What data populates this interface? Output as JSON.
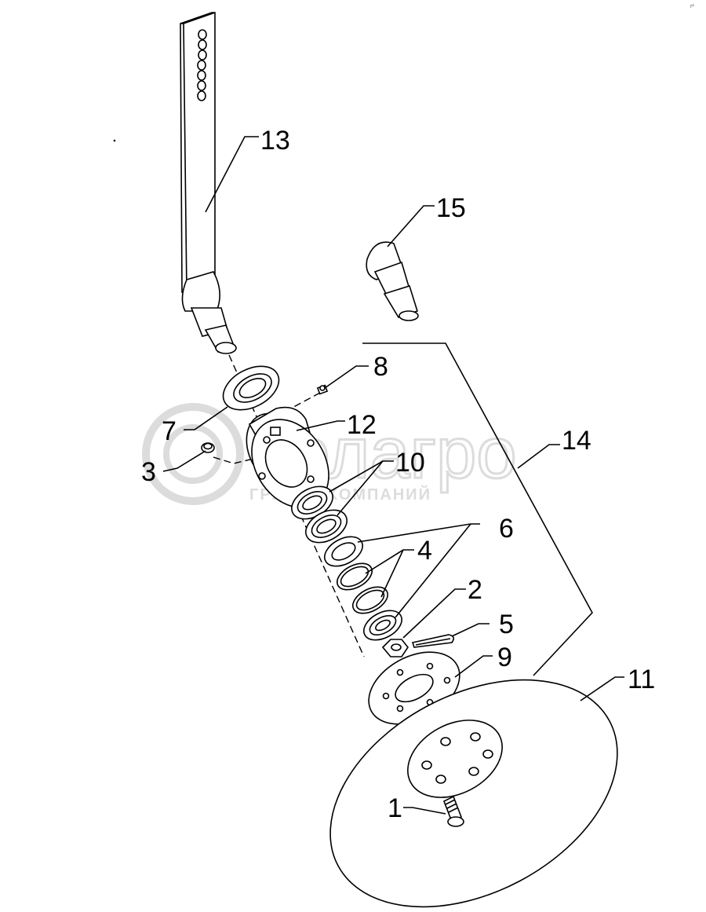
{
  "watermark": {
    "brand": "белагро",
    "subtitle": "ГРУППА КОМПАНИЙ"
  },
  "corner_stamp": "r²",
  "callouts": [
    {
      "id": "c1",
      "label": "1"
    },
    {
      "id": "c2",
      "label": "2"
    },
    {
      "id": "c3",
      "label": "3"
    },
    {
      "id": "c4",
      "label": "4"
    },
    {
      "id": "c5",
      "label": "5"
    },
    {
      "id": "c6",
      "label": "6"
    },
    {
      "id": "c7",
      "label": "7"
    },
    {
      "id": "c8",
      "label": "8"
    },
    {
      "id": "c9",
      "label": "9"
    },
    {
      "id": "c10",
      "label": "10"
    },
    {
      "id": "c11",
      "label": "11"
    },
    {
      "id": "c12",
      "label": "12"
    },
    {
      "id": "c13",
      "label": "13"
    },
    {
      "id": "c14",
      "label": "14"
    },
    {
      "id": "c15",
      "label": "15"
    }
  ],
  "colors": {
    "ink": "#000000",
    "watermark": "#dcdcdc",
    "background": "#ffffff"
  }
}
